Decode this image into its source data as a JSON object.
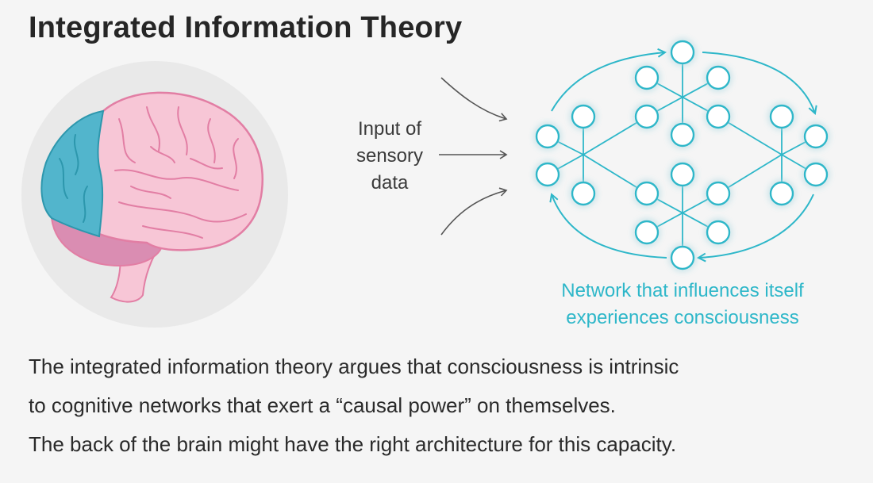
{
  "title": "Integrated Information Theory",
  "sensory_input": {
    "lines": [
      "Input of",
      "sensory",
      "data"
    ]
  },
  "network_caption": {
    "lines": [
      "Network that influences itself",
      "experiences consciousness"
    ]
  },
  "body_lines": [
    "The integrated information theory argues that consciousness is intrinsic",
    "to cognitive networks that exert a “causal power” on themselves.",
    "The back of the brain might have the right architecture for this capacity."
  ],
  "colors": {
    "accent": "#2eb7c9",
    "brain_pink": "#f7c6d6",
    "brain_outline": "#e27ea4",
    "posterior_blue": "#52b5cc",
    "cerebellum": "#da8db2",
    "background": "#f5f5f5"
  }
}
